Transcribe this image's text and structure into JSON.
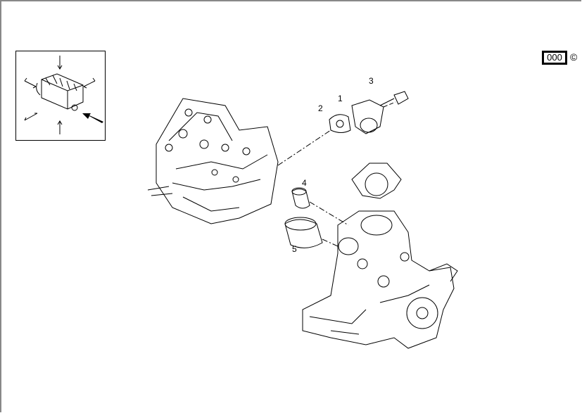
{
  "diagram": {
    "code_label": "000",
    "copyright_symbol": "©",
    "callouts": [
      "1",
      "2",
      "3",
      "4",
      "5"
    ],
    "line_color": "#000000"
  }
}
